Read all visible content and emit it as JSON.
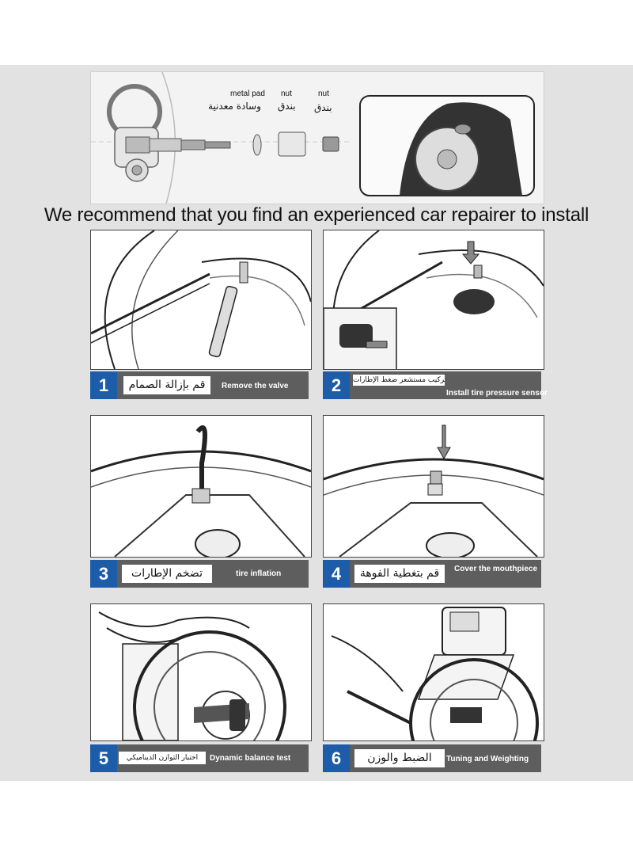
{
  "parts": {
    "metal_pad_en": "metal pad",
    "metal_pad_ar": "وسادة معدنية",
    "nut1_en": "nut",
    "nut1_ar": "بندق",
    "nut2_en": "nut",
    "nut2_ar": "بندق"
  },
  "headline": "We recommend that you find an experienced car repairer to install",
  "steps": [
    {
      "number": "1",
      "arabic": "قم بإزالة الصمام",
      "english": "Remove the valve"
    },
    {
      "number": "2",
      "arabic": "قم بتركيب مستشعر ضغط الإطارات",
      "english": "Install tire pressure sensor"
    },
    {
      "number": "3",
      "arabic": "تضخم الإطارات",
      "english": "tire inflation"
    },
    {
      "number": "4",
      "arabic": "قم بتغطية الفوهة",
      "english": "Cover the mouthpiece"
    },
    {
      "number": "5",
      "arabic": "اختبار التوازن الديناميكي",
      "english": "Dynamic balance test"
    },
    {
      "number": "6",
      "arabic": "الضبط والوزن",
      "english": "Tuning and Weighting"
    }
  ],
  "colors": {
    "number_badge": "#1c5ca8",
    "caption_bg": "#5e5e5e",
    "sheet_bg": "#e2e2e2"
  }
}
